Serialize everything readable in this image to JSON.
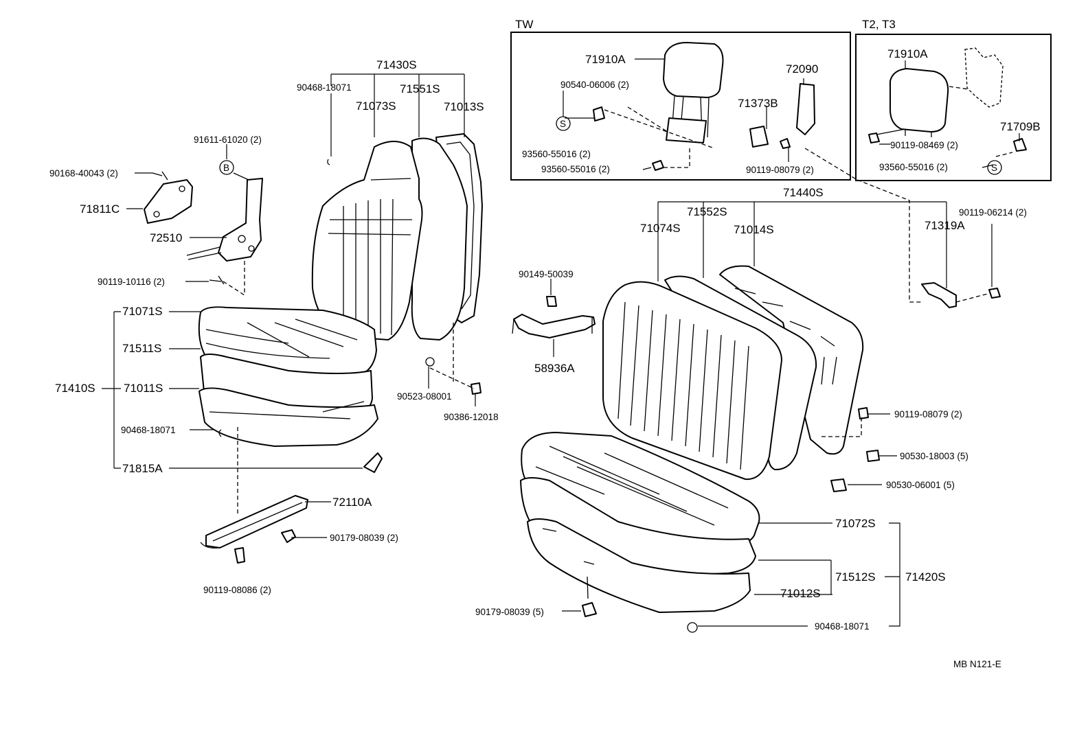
{
  "sections": {
    "tw": "TW",
    "t2t3": "T2, T3"
  },
  "labels": {
    "p71430S": "71430S",
    "p90468_18071_a": "90468-18071",
    "p71551S": "71551S",
    "p71073S": "71073S",
    "p71013S": "71013S",
    "p91611": "91611-61020 (2)",
    "pB": "B",
    "p90168": "90168-40043 (2)",
    "p71811C": "71811C",
    "p72510": "72510",
    "p90119_10116": "90119-10116 (2)",
    "p71071S": "71071S",
    "p71511S": "71511S",
    "p71410S": "71410S",
    "p71011S": "71011S",
    "p90468_18071_b": "90468-18071",
    "p71815A": "71815A",
    "p72110A": "72110A",
    "p90179_08039_a": "90179-08039 (2)",
    "p90119_08086": "90119-08086 (2)",
    "p90523": "90523-08001",
    "p90386": "90386-12018",
    "p71910A_tw": "71910A",
    "p90540": "90540-06006 (2)",
    "pS1": "S",
    "p93560_a": "93560-55016 (2)",
    "p93560_b": "93560-55016 (2)",
    "p71373B": "71373B",
    "p72090": "72090",
    "p90119_08079_a": "90119-08079 (2)",
    "p71910A_t2": "71910A",
    "p90119_08469": "90119-08469 (2)",
    "p71709B": "71709B",
    "p93560_c": "93560-55016 (2)",
    "pS2": "S",
    "p71440S": "71440S",
    "p71552S": "71552S",
    "p71074S": "71074S",
    "p71014S": "71014S",
    "p90119_06214": "90119-06214 (2)",
    "p71319A": "71319A",
    "p90149": "90149-50039",
    "p58936A": "58936A",
    "p90119_08079_b": "90119-08079 (2)",
    "p90530_18003": "90530-18003 (5)",
    "p90530_06001": "90530-06001 (5)",
    "p71072S": "71072S",
    "p71512S": "71512S",
    "p71420S": "71420S",
    "p71012S": "71012S",
    "p90179_08039_b": "90179-08039 (5)",
    "p90468_18071_c": "90468-18071",
    "code": "MB  N121-E"
  }
}
